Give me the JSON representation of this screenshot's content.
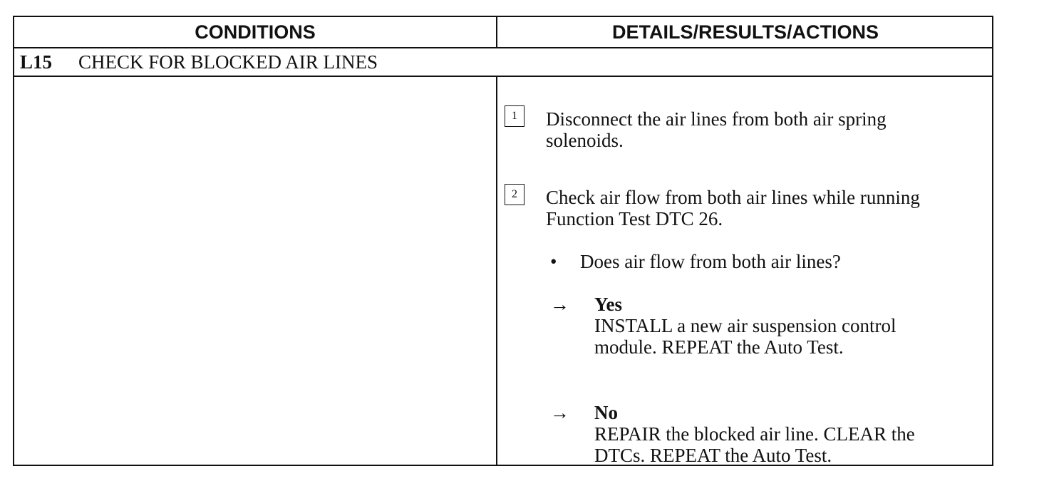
{
  "headers": {
    "conditions": "CONDITIONS",
    "details": "DETAILS/RESULTS/ACTIONS"
  },
  "step": {
    "id": "L15",
    "title": "CHECK FOR BLOCKED AIR LINES"
  },
  "items": [
    {
      "number": "1",
      "lines": [
        "Disconnect the air lines from both air spring",
        "solenoids."
      ]
    },
    {
      "number": "2",
      "lines": [
        "Check air flow from both air lines while running",
        "Function Test DTC 26."
      ]
    }
  ],
  "question": {
    "bullet": "•",
    "text": "Does air flow from both air lines?"
  },
  "answers": [
    {
      "arrow": "→",
      "label": "Yes",
      "lines": [
        "INSTALL a new air suspension control",
        "module.  REPEAT the Auto Test."
      ]
    },
    {
      "arrow": "→",
      "label": "No",
      "lines": [
        "REPAIR the blocked air line. CLEAR the",
        "DTCs. REPEAT the Auto Test."
      ]
    }
  ]
}
